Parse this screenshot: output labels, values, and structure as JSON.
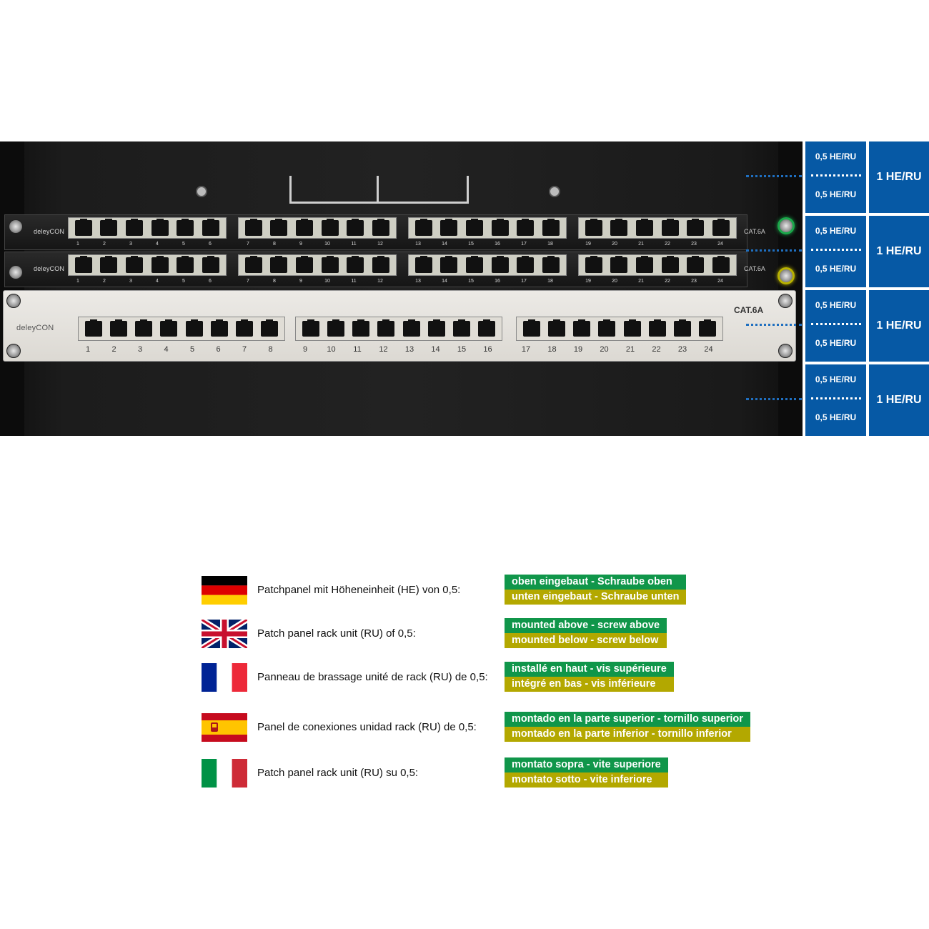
{
  "rack": {
    "brand": "deleyCON",
    "category": "CAT.6A",
    "ports": [
      "1",
      "2",
      "3",
      "4",
      "5",
      "6",
      "7",
      "8",
      "9",
      "10",
      "11",
      "12",
      "13",
      "14",
      "15",
      "16",
      "17",
      "18",
      "19",
      "20",
      "21",
      "22",
      "23",
      "24"
    ]
  },
  "units": [
    {
      "half_top": "0,5 HE/RU",
      "half_bottom": "0,5 HE/RU",
      "full": "1 HE/RU"
    },
    {
      "half_top": "0,5 HE/RU",
      "half_bottom": "0,5 HE/RU",
      "full": "1 HE/RU"
    },
    {
      "half_top": "0,5 HE/RU",
      "half_bottom": "0,5 HE/RU",
      "full": "1 HE/RU"
    },
    {
      "half_top": "0,5 HE/RU",
      "half_bottom": "0,5 HE/RU",
      "full": "1 HE/RU"
    }
  ],
  "colors": {
    "ru_blue": "#0659a5",
    "above_green": "#10964a",
    "below_yellow": "#b3a800"
  },
  "legend": [
    {
      "flag": "flag-germany",
      "text": "Patchpanel mit Höheneinheit (HE) von 0,5:",
      "above": "oben eingebaut - Schraube oben",
      "below": "unten eingebaut - Schraube unten"
    },
    {
      "flag": "flag-united-kingdom",
      "text": "Patch panel rack unit (RU) of 0,5:",
      "above": "mounted above - screw above",
      "below": "mounted below - screw below"
    },
    {
      "flag": "flag-france",
      "text": "Panneau de brassage unité de rack (RU) de 0,5:",
      "above": "installé en haut - vis supérieure",
      "below": "intégré en bas - vis inférieure"
    },
    {
      "flag": "flag-spain",
      "text": "Panel de conexiones unidad rack (RU) de 0,5:",
      "above": "montado en la parte superior - tornillo superior",
      "below": "montado en la parte inferior - tornillo inferior"
    },
    {
      "flag": "flag-italy",
      "text": "Patch panel rack unit (RU) su 0,5:",
      "above": "montato sopra - vite superiore",
      "below": "montato sotto - vite inferiore"
    }
  ]
}
